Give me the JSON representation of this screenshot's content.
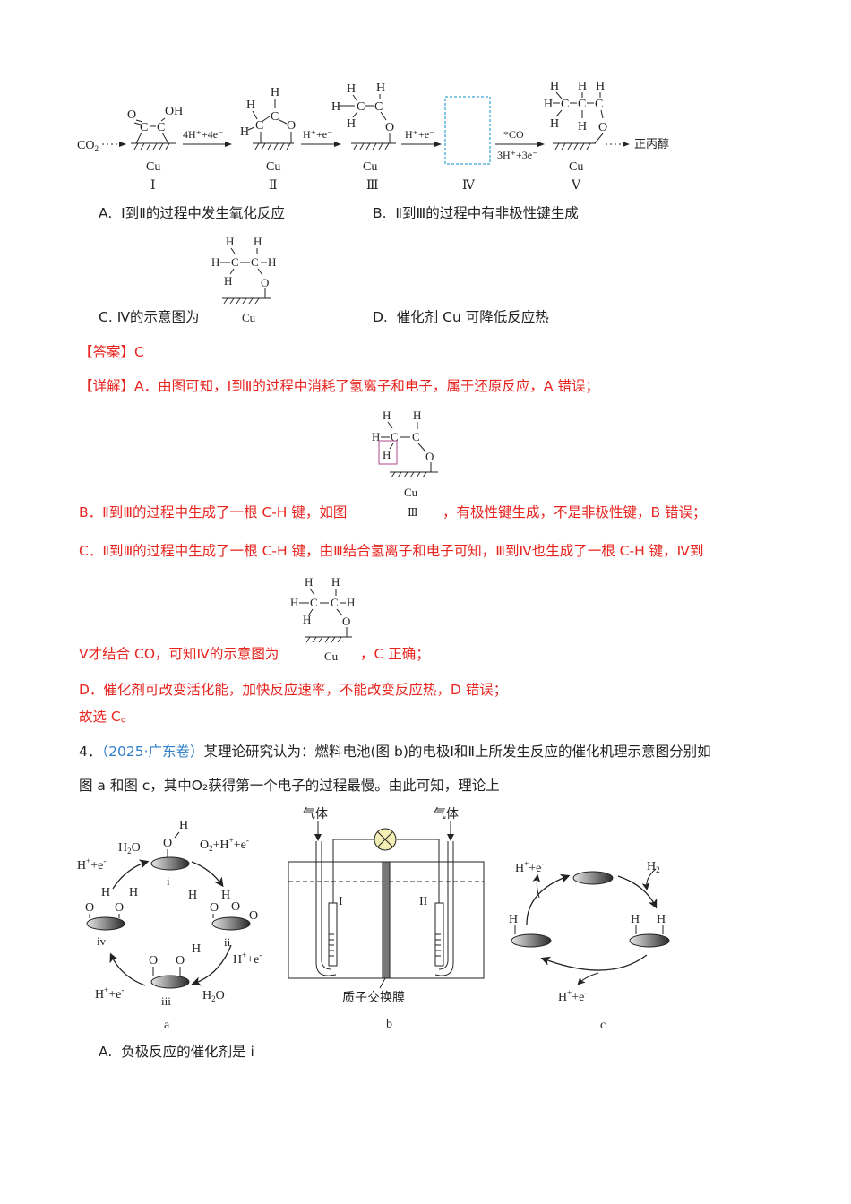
{
  "top_scheme": {
    "start": "CO₂",
    "intermediates": [
      {
        "label": "Cu",
        "roman": "Ⅰ"
      },
      {
        "label": "Cu",
        "roman": "Ⅱ"
      },
      {
        "label": "Cu",
        "roman": "Ⅲ"
      },
      {
        "label": "",
        "roman": "Ⅳ"
      },
      {
        "label": "Cu",
        "roman": "Ⅴ"
      }
    ],
    "arrows": [
      {
        "top": "4H⁺+4e⁻",
        "bottom": ""
      },
      {
        "top": "H⁺+e⁻",
        "bottom": ""
      },
      {
        "top": "H⁺+e⁻",
        "bottom": ""
      },
      {
        "top": "*CO",
        "bottom": "3H⁺+3e⁻"
      }
    ],
    "product": "正丙醇"
  },
  "question3": {
    "options": {
      "A": {
        "letter": "A.",
        "text": "Ⅰ到Ⅱ的过程中发生氧化反应"
      },
      "B": {
        "letter": "B.",
        "text": "Ⅱ到Ⅲ的过程中有非极性键生成"
      },
      "C": {
        "letter": "C.",
        "text": "Ⅳ的示意图为",
        "figure_label": "Cu"
      },
      "D": {
        "letter": "D.",
        "text": "催化剂 Cu 可降低反应热"
      }
    },
    "answer_label": "【答案】C",
    "explanation": {
      "label": "【详解】",
      "line_a": "A．由图可知，Ⅰ到Ⅱ的过程中消耗了氢离子和电子，属于还原反应，A 错误；",
      "figure_b_label": "Cu",
      "figure_b_roman": "Ⅲ",
      "line_b_pre": "B．Ⅱ到Ⅲ的过程中生成了一根 C-H 键，如图",
      "line_b_post": "，有极性键生成，不是非极性键，B 错误；",
      "line_c1": "C．Ⅱ到Ⅲ的过程中生成了一根 C-H 键，由Ⅲ结合氢离子和电子可知，Ⅲ到Ⅳ也生成了一根 C-H 键，Ⅳ到",
      "line_c2_pre": "Ⅴ才结合 CO，可知Ⅳ的示意图为",
      "figure_c_label": "Cu",
      "line_c2_post": "，C 正确；",
      "line_d": "D．催化剂可改变活化能，加快反应速率，不能改变反应热，D 错误；",
      "conclusion": "故选 C。"
    }
  },
  "question4": {
    "number": "4．",
    "source": "（2025·广东卷）",
    "stem_line1": "某理论研究认为：燃料电池(图 b)的电极Ⅰ和Ⅱ上所发生反应的催化机理示意图分别如",
    "stem_line2": "图 a 和图 c，其中O₂获得第一个电子的过程最慢。由此可知，理论上",
    "figure_a": {
      "caption": "a",
      "states": [
        "i",
        "ii",
        "iii",
        "iv"
      ],
      "labels": [
        "H₂O",
        "H⁺+e⁻",
        "O₂+H⁺+e⁻",
        "H⁺+e⁻",
        "H₂O",
        "H⁺+e⁻"
      ]
    },
    "figure_b": {
      "caption": "b",
      "gas_left": "气体",
      "gas_right": "气体",
      "electrode_left": "I",
      "electrode_right": "II",
      "membrane": "质子交换膜"
    },
    "figure_c": {
      "caption": "c",
      "labels": [
        "H⁺+e⁻",
        "H₂",
        "H⁺+e⁻"
      ]
    },
    "options": {
      "A": {
        "letter": "A.",
        "text": "负极反应的催化剂是 i"
      }
    }
  }
}
